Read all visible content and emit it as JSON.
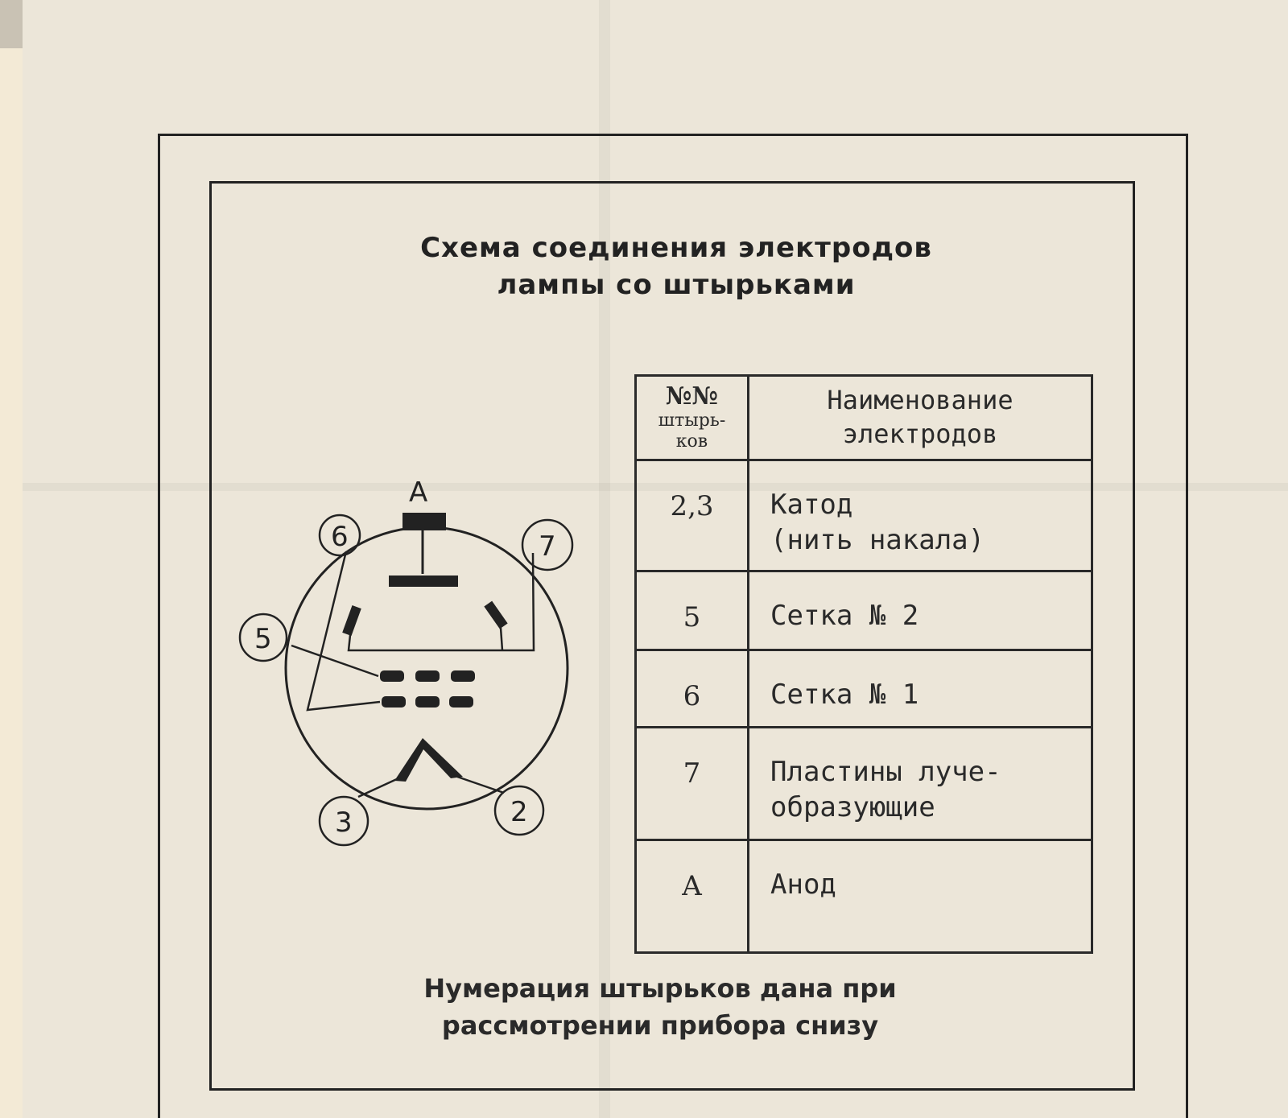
{
  "title": {
    "line1": "Схема соединения электродов",
    "line2": "лампы со штырьками"
  },
  "table": {
    "header": {
      "num_line1": "№№",
      "num_line2": "штырь-",
      "num_line3": "ков",
      "name_line1": "Наименование",
      "name_line2": "электродов"
    },
    "rows": [
      {
        "pin": "2,3",
        "name_line1": "Катод",
        "name_line2": "(нить накала)"
      },
      {
        "pin": "5",
        "name_line1": "Сетка № 2",
        "name_line2": ""
      },
      {
        "pin": "6",
        "name_line1": "Сетка № 1",
        "name_line2": ""
      },
      {
        "pin": "7",
        "name_line1": "Пластины луче-",
        "name_line2": "образующие"
      },
      {
        "pin": "А",
        "name_line1": "Анод",
        "name_line2": ""
      }
    ]
  },
  "diagram": {
    "anode_label": "А",
    "pin_labels": [
      "6",
      "7",
      "5",
      "3",
      "2"
    ]
  },
  "footer": {
    "line1": "Нумерация штырьков дана при",
    "line2": "рассмотрении прибора снизу"
  }
}
